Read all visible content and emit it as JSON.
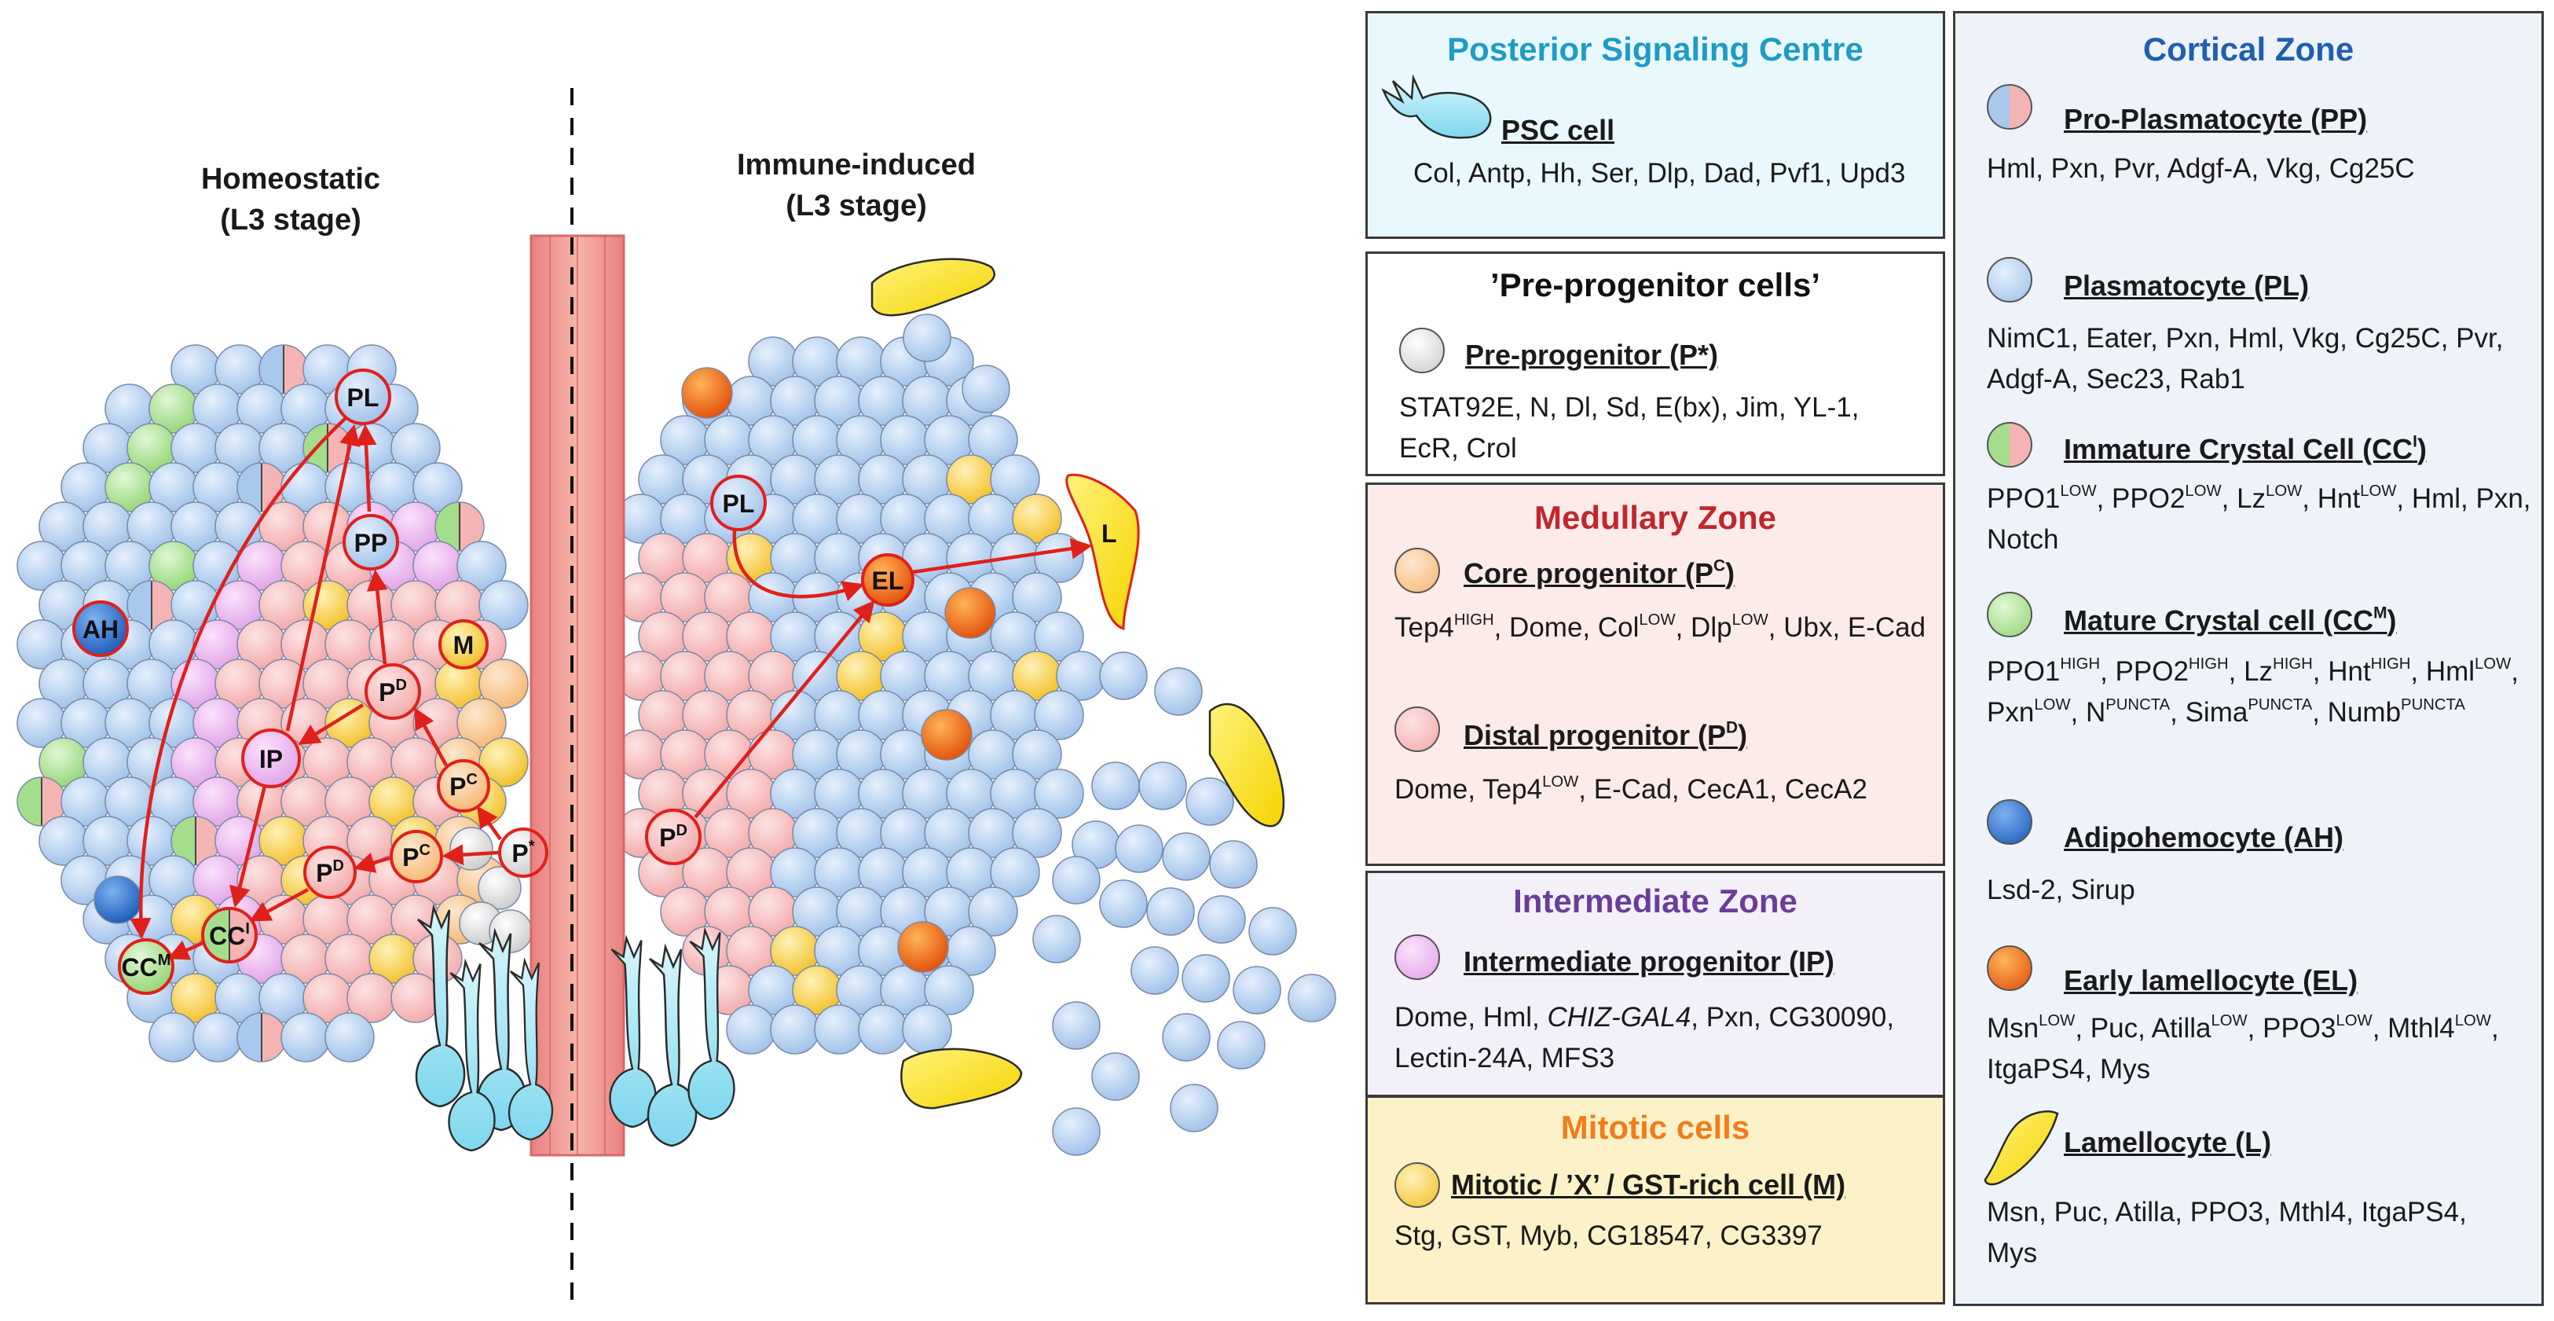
{
  "headings": {
    "homeostatic": [
      "Homeostatic",
      "(L3 stage)"
    ],
    "immune": [
      "Immune-induced",
      "(L3 stage)"
    ]
  },
  "labels": {
    "PL": "PL",
    "PP": "PP",
    "IP": "IP",
    "PD": "P",
    "PD_sup": "D",
    "PC": "P",
    "PC_sup": "C",
    "Pstar": "P",
    "Pstar_sup": "*",
    "M": "M",
    "AH": "AH",
    "CCM": "CC",
    "CCM_sup": "M",
    "CCI": "CC",
    "CCI_sup": "I",
    "EL": "EL",
    "L": "L"
  },
  "psc": {
    "title": "Posterior Signaling Centre",
    "color": "#1e9bc7",
    "name": "PSC cell",
    "markers": "Col, Antp, Hh, Ser, Dlp, Dad, Pvf1, Upd3"
  },
  "pre": {
    "title": "’Pre-progenitor cells’",
    "name": "Pre-progenitor (P*)",
    "markers": "STAT92E, N, Dl, Sd, E(bx), Jim, YL-1, EcR, Crol"
  },
  "mz": {
    "title": "Medullary Zone",
    "color": "#c0272d",
    "core_name": "Core progenitor (P",
    "core_sup": "C",
    "core_close": ")",
    "core_markers": [
      "Tep4",
      "HIGH",
      ", Dome, Col",
      "LOW",
      ", Dlp",
      "LOW",
      ", Ubx, E-Cad"
    ],
    "distal_name": "Distal progenitor (P",
    "distal_sup": "D",
    "distal_close": ")",
    "distal_markers": [
      "Dome, Tep4",
      "LOW",
      ", E-Cad, CecA1, CecA2"
    ]
  },
  "iz": {
    "title": "Intermediate Zone",
    "color": "#6a3d9a",
    "name": "Intermediate progenitor (IP)",
    "markers_a": "Dome, Hml, ",
    "markers_i": "CHIZ-GAL4",
    "markers_b": ", Pxn, CG30090, Lectin-24A, MFS3"
  },
  "mit": {
    "title": "Mitotic cells",
    "color": "#f07d1a",
    "name": "Mitotic / ’X’ / GST-rich cell (M)",
    "markers": "Stg, GST, Myb, CG18547, CG3397"
  },
  "cz": {
    "title": "Cortical Zone",
    "color": "#1f5fb0",
    "pp_name": "Pro-Plasmatocyte (PP)",
    "pp_markers": "Hml, Pxn, Pvr, Adgf-A, Vkg, Cg25C",
    "pl_name": "Plasmatocyte (PL)",
    "pl_markers": "NimC1, Eater, Pxn, Hml, Vkg, Cg25C, Pvr, Adgf-A, Sec23, Rab1",
    "cci_name": "Immature Crystal Cell (CC",
    "cci_sup": "I",
    "cci_close": ")",
    "cci_markers": [
      "PPO1",
      "LOW",
      ", PPO2",
      "LOW",
      ", Lz",
      "LOW",
      ", Hnt",
      "LOW",
      ", Hml, Pxn, Notch"
    ],
    "ccm_name": "Mature Crystal cell (CC",
    "ccm_sup": "M",
    "ccm_close": ")",
    "ccm_markers": [
      "PPO1",
      "HIGH",
      ", PPO2",
      "HIGH",
      ", Lz",
      "HIGH",
      ", Hnt",
      "HIGH",
      ", Hml",
      "LOW",
      ", Pxn",
      "LOW",
      ", N",
      "PUNCTA",
      ", Sima",
      "PUNCTA",
      ", Numb",
      "PUNCTA"
    ],
    "ah_name": "Adipohemocyte (AH)",
    "ah_markers": "Lsd-2, Sirup",
    "el_name": "Early lamellocyte (EL)",
    "el_markers": [
      "Msn",
      "LOW",
      ", Puc, Atilla",
      "LOW",
      ", PPO3",
      "LOW",
      ", Mthl4",
      "LOW",
      ", ItgaPS4, Mys"
    ],
    "l_name": "Lamellocyte (L)",
    "l_markers": "Msn, Puc, Atilla, PPO3, Mthl4, ItgaPS4, Mys"
  },
  "colors": {
    "blue": "#a9c8ee",
    "pink": "#f4b4b4",
    "lilac": "#e7b0ea",
    "orange": "#f9c78e",
    "yellow": "#f6cc3a",
    "green": "#a4de8c",
    "gray": "#e6e6e6",
    "red": "#e0201b"
  }
}
